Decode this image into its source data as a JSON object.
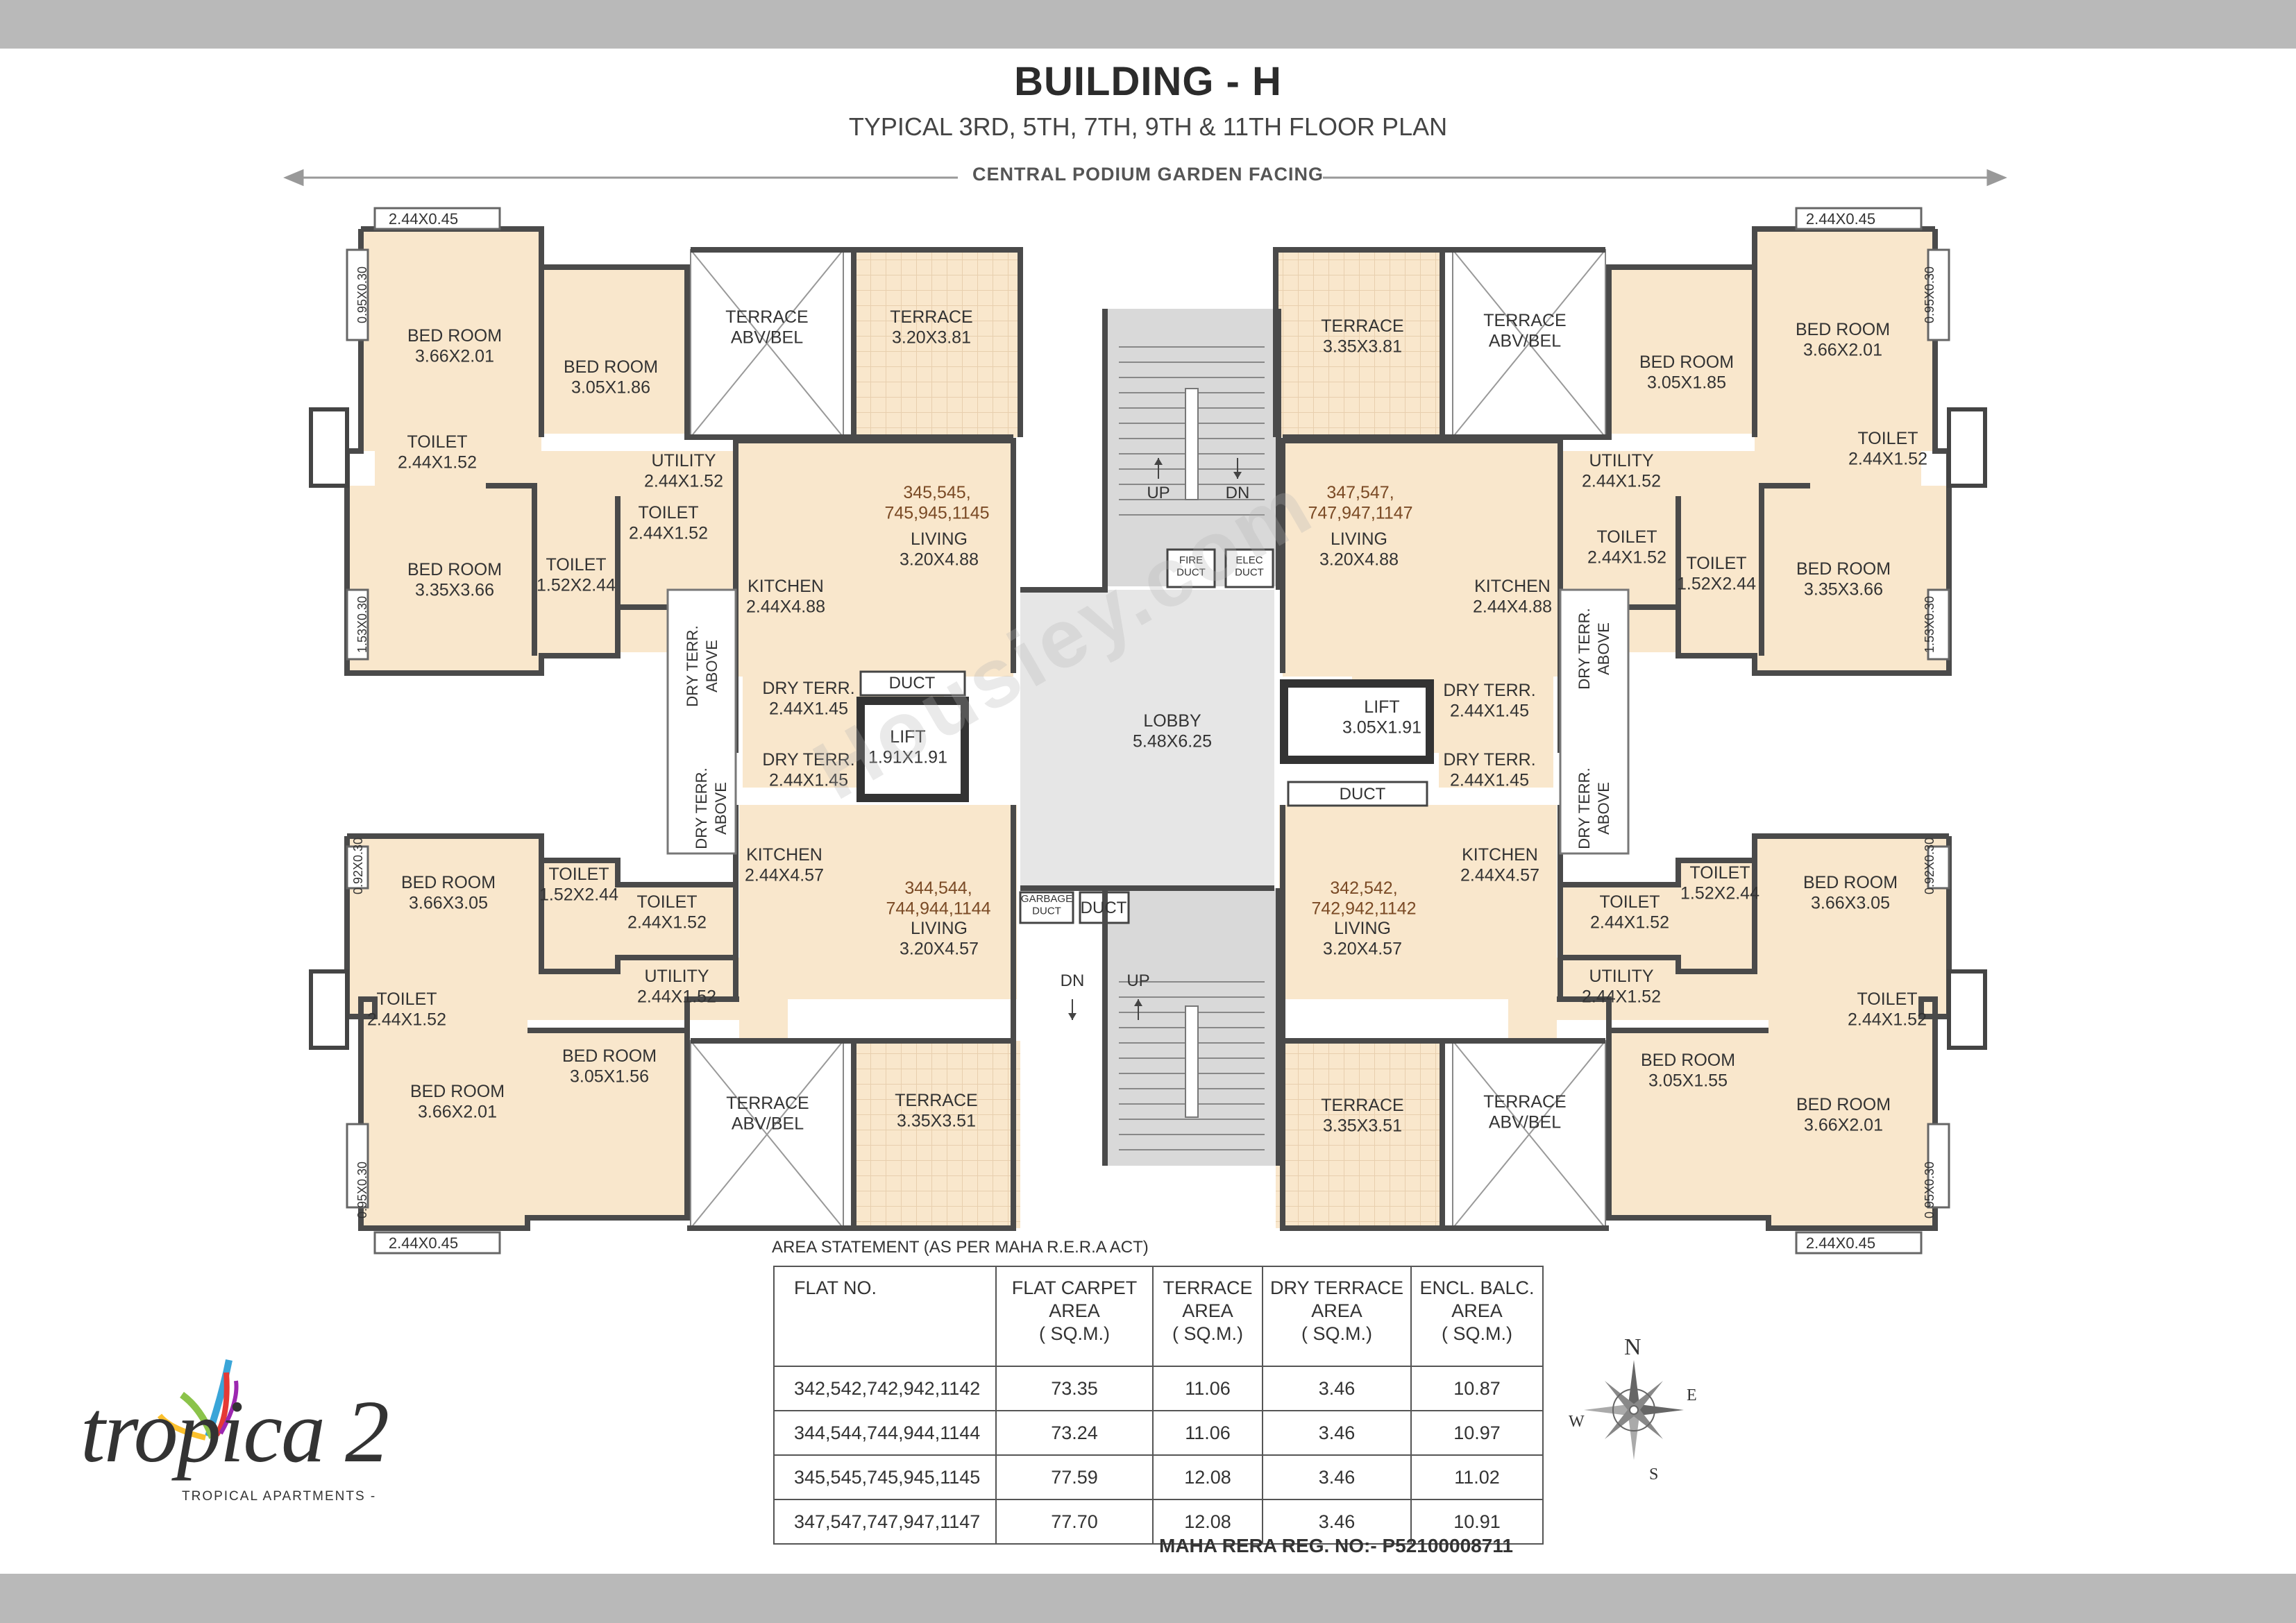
{
  "header": {
    "title": "BUILDING - H",
    "subtitle": "TYPICAL 3RD, 5TH, 7TH, 9TH & 11TH FLOOR PLAN",
    "facing": "CENTRAL PODIUM GARDEN FACING"
  },
  "colors": {
    "room_fill": "#f9e7cc",
    "terrace_fill": "#f9e7cc",
    "core_fill": "#d9d9d9",
    "lobby_fill": "#e6e6e6",
    "wall": "#4a4a4a",
    "band": "#b9b9b9"
  },
  "rooms": [
    {
      "n": "BED ROOM",
      "d": "3.66X2.01"
    },
    {
      "n": "BED ROOM",
      "d": "3.05X1.86"
    },
    {
      "n": "TERRACE",
      "d": "ABV/BEL"
    },
    {
      "n": "TERRACE",
      "d": "3.20X3.81"
    },
    {
      "n": "TOILET",
      "d": "2.44X1.52"
    },
    {
      "n": "UTILITY",
      "d": "2.44X1.52"
    },
    {
      "n": "BED ROOM",
      "d": "3.35X3.66"
    },
    {
      "n": "TOILET",
      "d": "1.52X2.44"
    },
    {
      "n": "TOILET",
      "d": "2.44X1.52"
    },
    {
      "n": "KITCHEN",
      "d": "2.44X4.88"
    },
    {
      "n": "LIVING",
      "d": "3.20X4.88"
    },
    {
      "n": "DRY TERR.",
      "d": "2.44X1.45"
    },
    {
      "n": "DRY TERR.",
      "d": "2.44X1.45"
    },
    {
      "n": "LIFT",
      "d": "1.91X1.91"
    },
    {
      "n": "KITCHEN",
      "d": "2.44X4.57"
    },
    {
      "n": "LIVING",
      "d": "3.20X4.57"
    },
    {
      "n": "BED ROOM",
      "d": "3.66X3.05"
    },
    {
      "n": "TOILET",
      "d": "1.52X2.44"
    },
    {
      "n": "TOILET",
      "d": "2.44X1.52"
    },
    {
      "n": "TOILET",
      "d": "2.44X1.52"
    },
    {
      "n": "UTILITY",
      "d": "2.44X1.52"
    },
    {
      "n": "BED ROOM",
      "d": "3.66X2.01"
    },
    {
      "n": "BED ROOM",
      "d": "3.05X1.56"
    },
    {
      "n": "TERRACE",
      "d": "ABV/BEL"
    },
    {
      "n": "TERRACE",
      "d": "3.35X3.51"
    },
    {
      "n": "TERRACE",
      "d": "3.35X3.81"
    },
    {
      "n": "TERRACE",
      "d": "ABV/BEL"
    },
    {
      "n": "BED ROOM",
      "d": "3.05X1.85"
    },
    {
      "n": "BED ROOM",
      "d": "3.66X2.01"
    },
    {
      "n": "TOILET",
      "d": "2.44X1.52"
    },
    {
      "n": "UTILITY",
      "d": "2.44X1.52"
    },
    {
      "n": "LIVING",
      "d": "3.20X4.88"
    },
    {
      "n": "KITCHEN",
      "d": "2.44X4.88"
    },
    {
      "n": "TOILET",
      "d": "2.44X1.52"
    },
    {
      "n": "TOILET",
      "d": "1.52X2.44"
    },
    {
      "n": "BED ROOM",
      "d": "3.35X3.66"
    },
    {
      "n": "LIFT",
      "d": "3.05X1.91"
    },
    {
      "n": "DRY TERR.",
      "d": "2.44X1.45"
    },
    {
      "n": "DRY TERR.",
      "d": "2.44X1.45"
    },
    {
      "n": "LOBBY",
      "d": "5.48X6.25"
    },
    {
      "n": "KITCHEN",
      "d": "2.44X4.57"
    },
    {
      "n": "LIVING",
      "d": "3.20X4.57"
    },
    {
      "n": "TOILET",
      "d": "1.52X2.44"
    },
    {
      "n": "BED ROOM",
      "d": "3.66X3.05"
    },
    {
      "n": "TOILET",
      "d": "2.44X1.52"
    },
    {
      "n": "UTILITY",
      "d": "2.44X1.52"
    },
    {
      "n": "TOILET",
      "d": "2.44X1.52"
    },
    {
      "n": "BED ROOM",
      "d": "3.05X1.55"
    },
    {
      "n": "BED ROOM",
      "d": "3.66X2.01"
    },
    {
      "n": "TERRACE",
      "d": "3.35X3.51"
    },
    {
      "n": "TERRACE",
      "d": "ABV/BEL"
    }
  ],
  "flat_labels": [
    {
      "l1": "345,545,",
      "l2": "745,945,1145"
    },
    {
      "l1": "347,547,",
      "l2": "747,947,1147"
    },
    {
      "l1": "344,544,",
      "l2": "744,944,1144"
    },
    {
      "l1": "342,542,",
      "l2": "742,942,1142"
    }
  ],
  "small_labels": [
    "DUCT",
    "DUCT",
    "DUCT",
    "UP",
    "DN",
    "DN",
    "UP"
  ],
  "two_line_small": [
    {
      "l1": "FIRE",
      "l2": "DUCT"
    },
    {
      "l1": "ELEC",
      "l2": "DUCT"
    },
    {
      "l1": "GARBAGE",
      "l2": "DUCT"
    }
  ],
  "vertical_dry": [
    {
      "l1": "DRY TERR.",
      "l2": "ABOVE"
    },
    {
      "l1": "DRY TERR.",
      "l2": "ABOVE"
    },
    {
      "l1": "DRY TERR.",
      "l2": "ABOVE"
    },
    {
      "l1": "DRY TERR.",
      "l2": "ABOVE"
    }
  ],
  "balcony_dims": [
    "2.44X0.45",
    "2.44X0.45",
    "2.44X0.45",
    "2.44X0.45"
  ],
  "vertical_dims": [
    "0.95X0.30",
    "1.53X0.30",
    "0.95X0.30",
    "1.53X0.30",
    "0.92X0.30",
    "0.95X0.30",
    "0.92X0.30",
    "0.95X0.30"
  ],
  "compass": {
    "n": "N",
    "e": "E",
    "s": "S",
    "w": "W"
  },
  "area_statement": {
    "title": "AREA STATEMENT (AS PER MAHA R.E.R.A  ACT)",
    "headers": [
      {
        "l1": "FLAT NO.",
        "l2": "",
        "l3": ""
      },
      {
        "l1": "FLAT CARPET",
        "l2": "AREA",
        "l3": "( SQ.M.)"
      },
      {
        "l1": "TERRACE",
        "l2": "AREA",
        "l3": "( SQ.M.)"
      },
      {
        "l1": "DRY TERRACE",
        "l2": "AREA",
        "l3": "( SQ.M.)"
      },
      {
        "l1": "ENCL. BALC.",
        "l2": "AREA",
        "l3": "( SQ.M.)"
      }
    ],
    "rows": [
      [
        "342,542,742,942,1142",
        "73.35",
        "11.06",
        "3.46",
        "10.87"
      ],
      [
        "344,544,744,944,1144",
        "73.24",
        "11.06",
        "3.46",
        "10.97"
      ],
      [
        "345,545,745,945,1145",
        "77.59",
        "12.08",
        "3.46",
        "11.02"
      ],
      [
        "347,547,747,947,1147",
        "77.70",
        "12.08",
        "3.46",
        "10.91"
      ]
    ]
  },
  "rera": "MAHA RERA REG. NO:- P52100008711",
  "logo": {
    "word": "tropica 2",
    "tagline": "TROPICAL APARTMENTS -"
  },
  "watermark": "Housiey.com"
}
